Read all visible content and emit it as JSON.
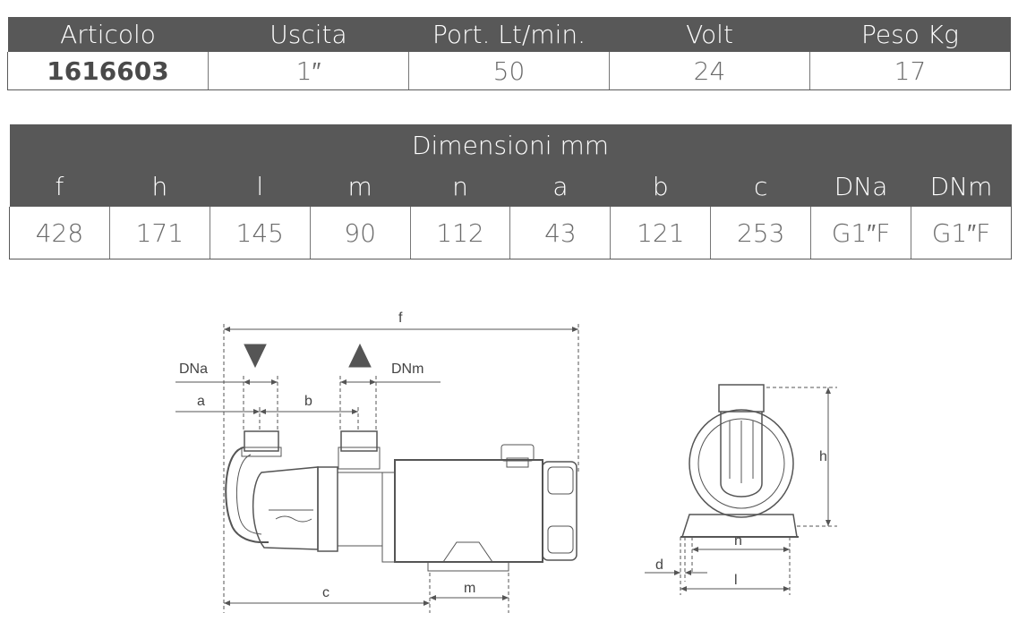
{
  "spec_table": {
    "headers": [
      "Articolo",
      "Uscita",
      "Port. Lt/min.",
      "Volt",
      "Peso Kg"
    ],
    "values": [
      "1616603",
      "1″",
      "50",
      "24",
      "17"
    ]
  },
  "dim_table": {
    "title": "Dimensioni mm",
    "headers": [
      "f",
      "h",
      "l",
      "m",
      "n",
      "a",
      "b",
      "c",
      "DNa",
      "DNm"
    ],
    "values": [
      "428",
      "171",
      "145",
      "90",
      "112",
      "43",
      "121",
      "253",
      "G1″F",
      "G1″F"
    ]
  },
  "drawing": {
    "labels": {
      "f": "f",
      "dna": "DNa",
      "dnm": "DNm",
      "a": "a",
      "b": "b",
      "c": "c",
      "m": "m",
      "h": "h",
      "n": "n",
      "d": "d",
      "l": "l"
    }
  }
}
